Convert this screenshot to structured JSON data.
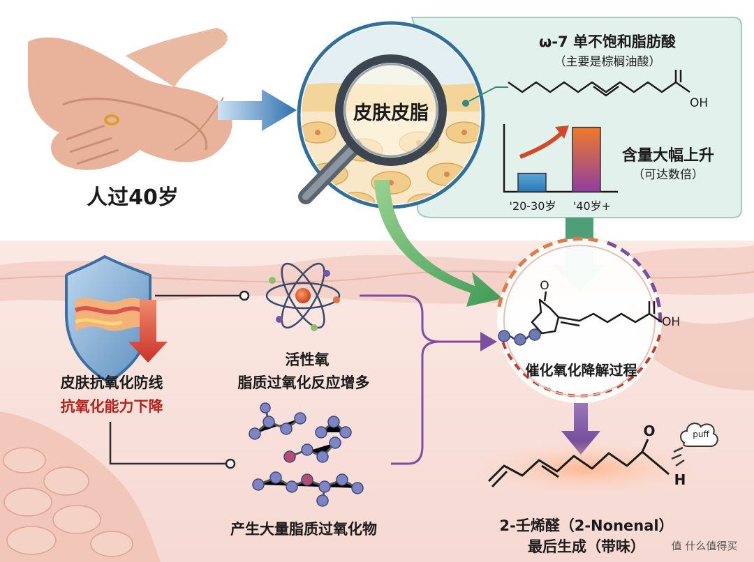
{
  "aging": {
    "label": "人过40岁"
  },
  "sebum": {
    "label": "皮肤皮脂",
    "acid_title": "ω-7 单不饱和脂肪酸",
    "acid_sub": "（主要是棕榈油酸）",
    "acid_oh": "OH",
    "increase_title": "含量大幅上升",
    "increase_sub": "（可达数倍）"
  },
  "chart_data": {
    "type": "bar",
    "categories": [
      "'20-30岁",
      "'40岁+"
    ],
    "values": [
      1,
      3.5
    ],
    "colors": [
      "#3f8fc7",
      "#d9702f"
    ]
  },
  "antioxidant": {
    "title": "皮肤抗氧化防线",
    "sub": "抗氧化能力下降"
  },
  "ros": {
    "title": "活性氧",
    "sub": "脂质过氧化反应增多"
  },
  "peroxides": {
    "label": "产生大量脂质过氧化物"
  },
  "catalysis": {
    "label": "催化氧化降解过程",
    "oh": "OH",
    "o": "O"
  },
  "nonenal": {
    "title": "2-壬烯醛（2-Nonenal）",
    "sub": "最后生成（带味）",
    "o": "O",
    "h": "H",
    "puff": "puff"
  },
  "watermark": {
    "text": "值 什么值得买"
  },
  "colors": {
    "teal_panel": "#e3f1ec",
    "green_arrow": "#5bb36a",
    "purple_arrow": "#7b4f9e",
    "blue_arrow": "#3b7fc4",
    "red_text": "#b4231b"
  }
}
